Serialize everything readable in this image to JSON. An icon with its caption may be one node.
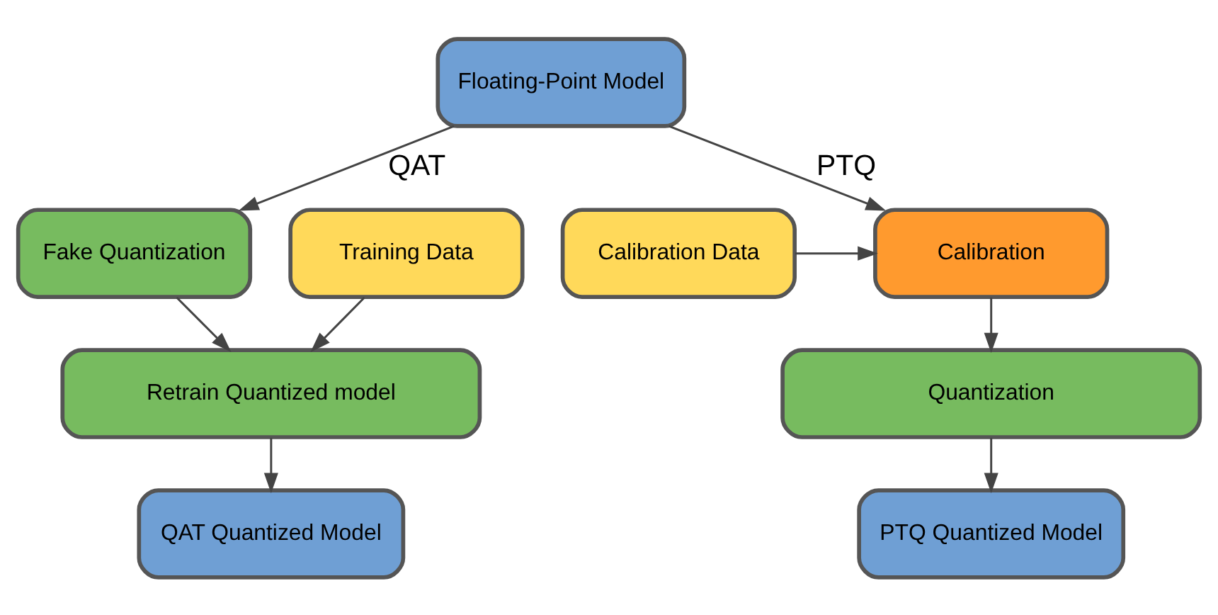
{
  "diagram": {
    "nodes": [
      {
        "text": [
          "Floating-Point Model"
        ]
      },
      {
        "text": [
          "Fake Quantization"
        ]
      },
      {
        "text": [
          "Training Data"
        ]
      },
      {
        "text": [
          "Calibration Data"
        ]
      },
      {
        "text": [
          "Calibration"
        ]
      },
      {
        "text": [
          "Retrain Quantized model"
        ]
      },
      {
        "text": [
          "Quantization"
        ]
      },
      {
        "text": [
          "QAT Quantized Model"
        ]
      },
      {
        "text": [
          "PTQ Quantized Model"
        ]
      }
    ],
    "edges": [
      {
        "from": 0,
        "to": 1,
        "arrow": "to",
        "label": "QAT"
      },
      {
        "from": 0,
        "to": 4,
        "arrow": "to",
        "label": "PTQ"
      },
      {
        "from": 1,
        "to": 5,
        "arrow": "to"
      },
      {
        "from": 2,
        "to": 5,
        "arrow": "to"
      },
      {
        "from": 3,
        "to": 4,
        "arrow": "to"
      },
      {
        "from": 4,
        "to": 6,
        "arrow": "to"
      },
      {
        "from": 5,
        "to": 7,
        "arrow": "to"
      },
      {
        "from": 6,
        "to": 8,
        "arrow": "to"
      }
    ]
  }
}
